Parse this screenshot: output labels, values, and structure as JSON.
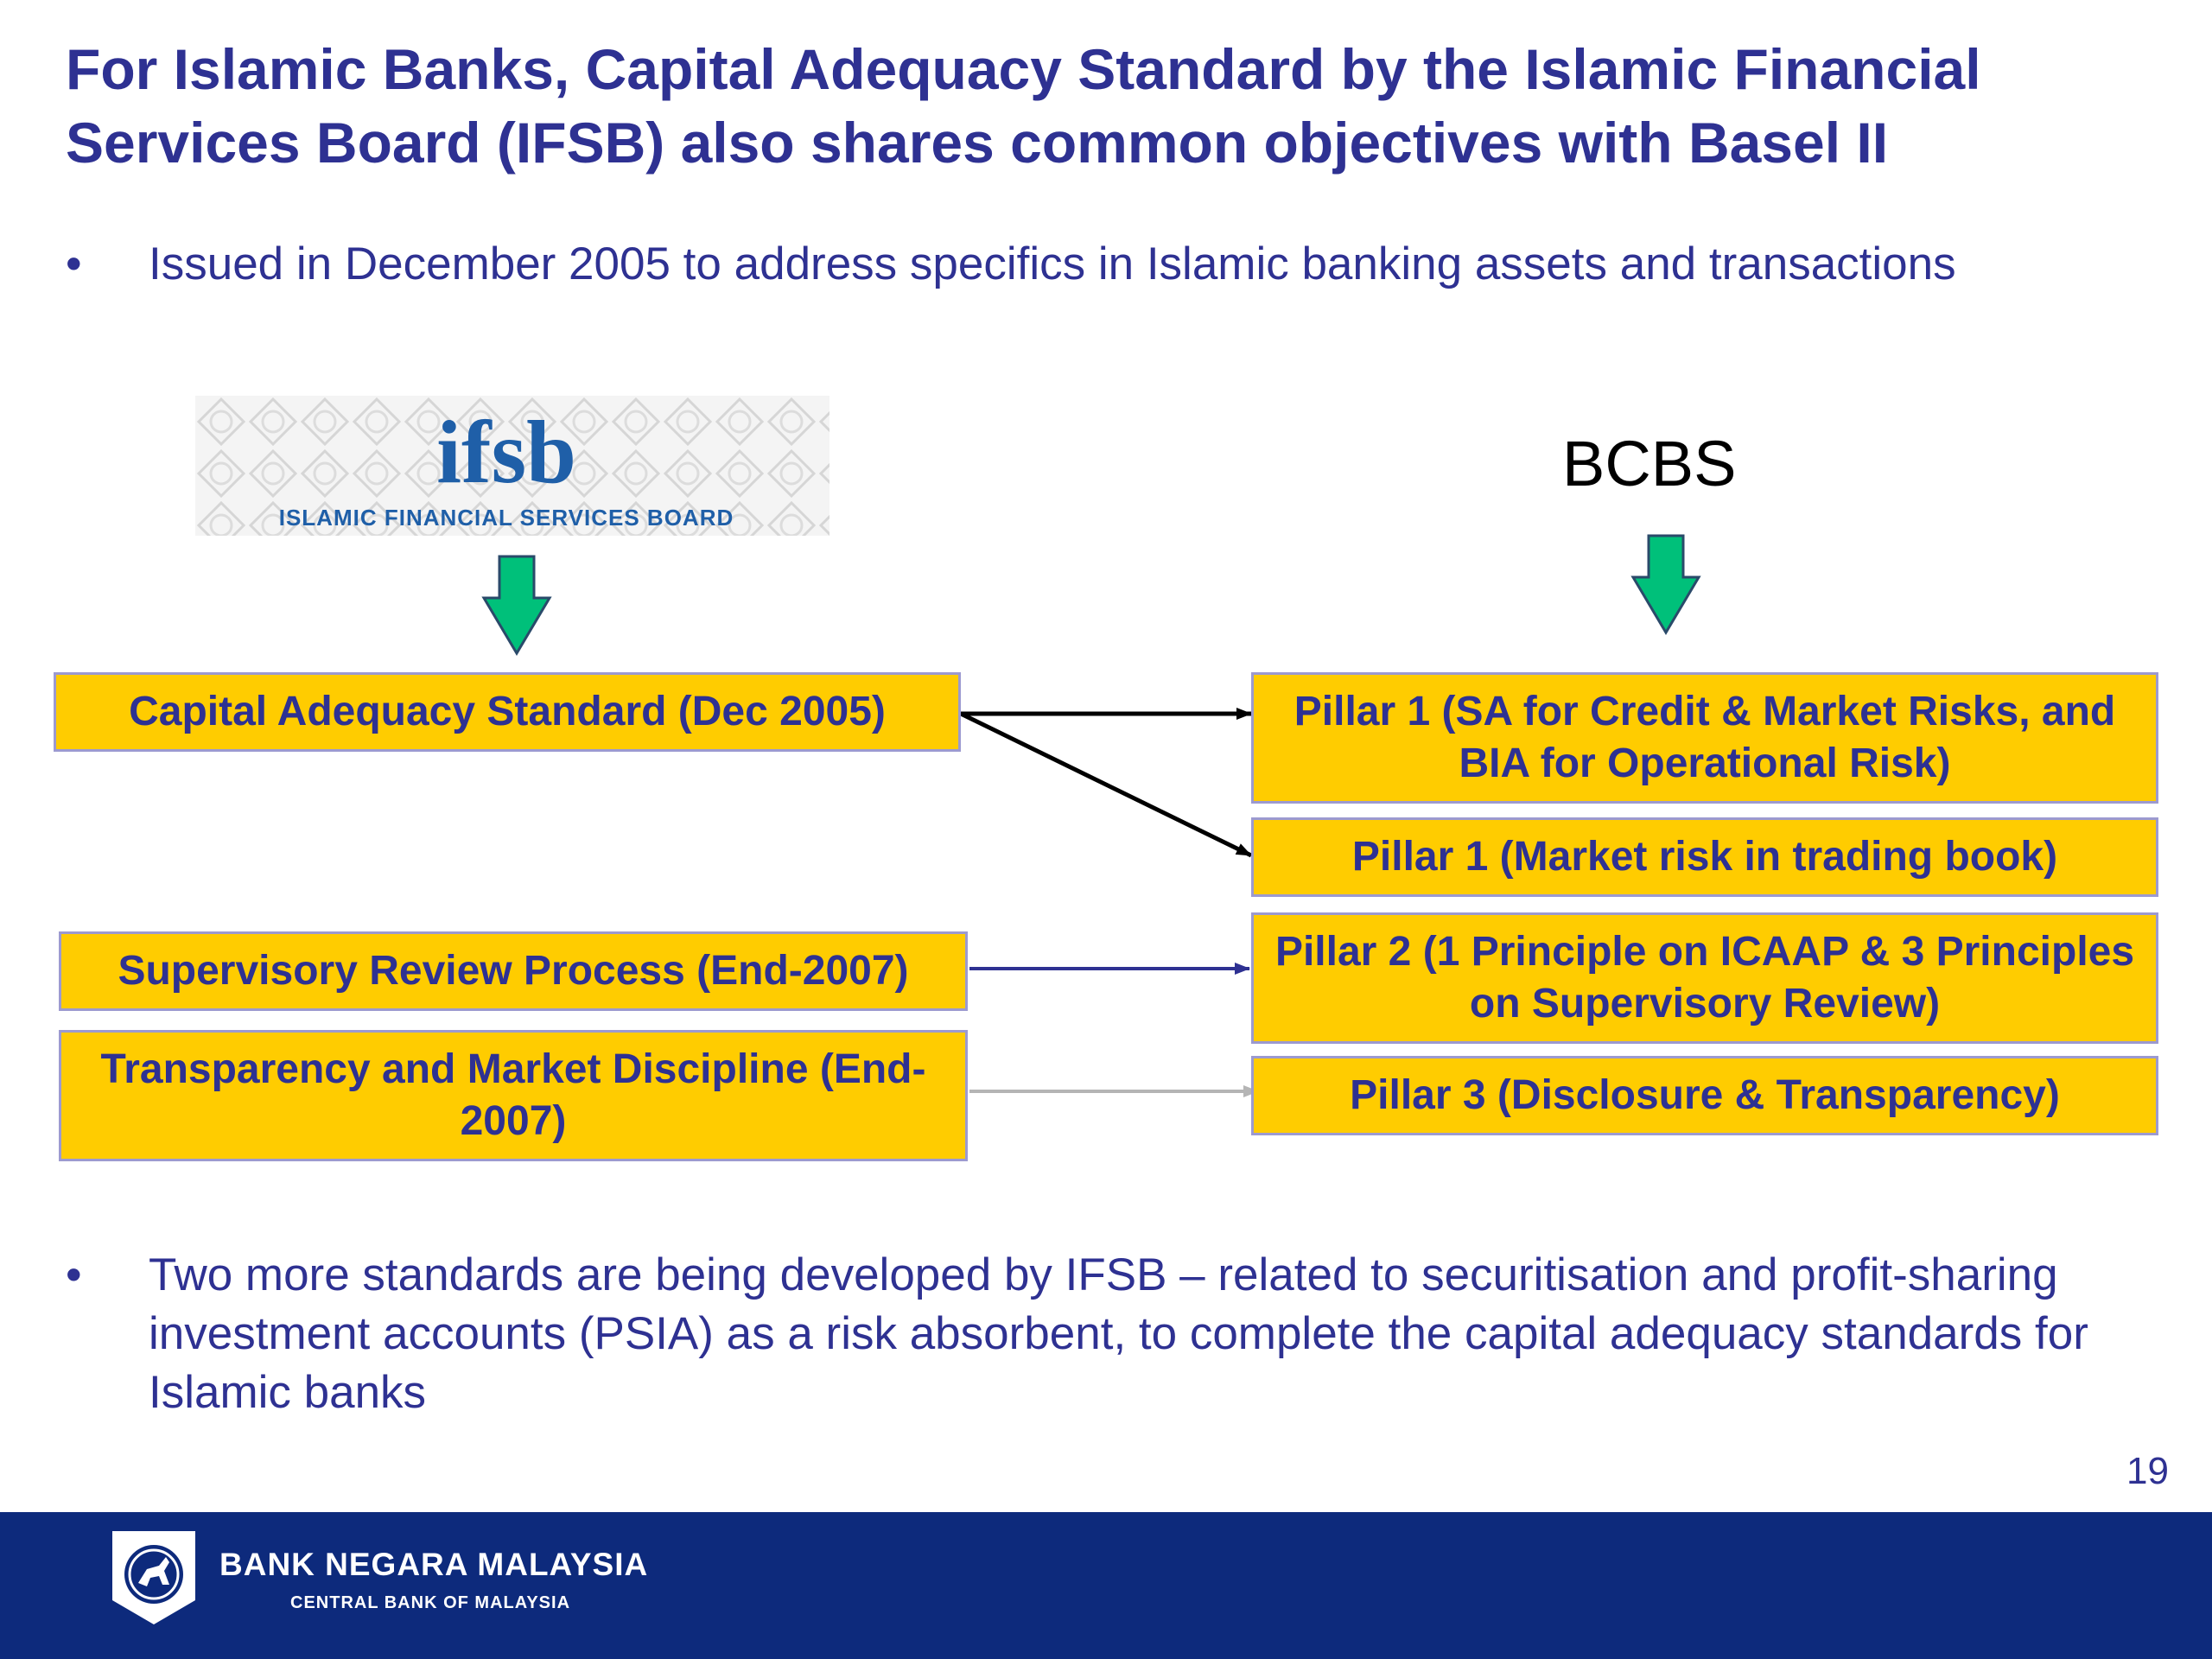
{
  "title": "For Islamic Banks, Capital Adequacy Standard by the Islamic Financial Services Board (IFSB) also shares common objectives with Basel II",
  "bullets": {
    "symbol": "•",
    "first": "Issued in December 2005 to address specifics in Islamic banking assets and transactions",
    "second": "Two more standards are being developed by IFSB – related to securitisation and profit-sharing investment accounts (PSIA) as a risk absorbent, to complete the capital adequacy standards for Islamic banks"
  },
  "ifsb_logo": {
    "mark": "ifsb",
    "name": "ISLAMIC FINANCIAL SERVICES BOARD"
  },
  "bcbs_label": "BCBS",
  "left_boxes": {
    "car": "Capital Adequacy Standard (Dec 2005)",
    "srp": "Supervisory Review Process (End-2007)",
    "tmd": "Transparency and Market Discipline (End-2007)"
  },
  "right_boxes": {
    "p1a": "Pillar 1 (SA for Credit & Market Risks, and BIA for Operational Risk)",
    "p1b": "Pillar 1 (Market risk in trading book)",
    "p2": "Pillar 2 (1 Principle on ICAAP & 3 Principles on Supervisory Review)",
    "p3": "Pillar 3 (Disclosure & Transparency)"
  },
  "page_number": "19",
  "footer": {
    "bank_name": "BANK NEGARA MALAYSIA",
    "bank_subtitle": "CENTRAL BANK OF MALAYSIA"
  },
  "colors": {
    "title": "#2e3192",
    "box_fill": "#ffcc00",
    "box_border": "#9c9ad0",
    "down_arrow": "#00c07a",
    "footer_bg": "#0d2a7c"
  }
}
